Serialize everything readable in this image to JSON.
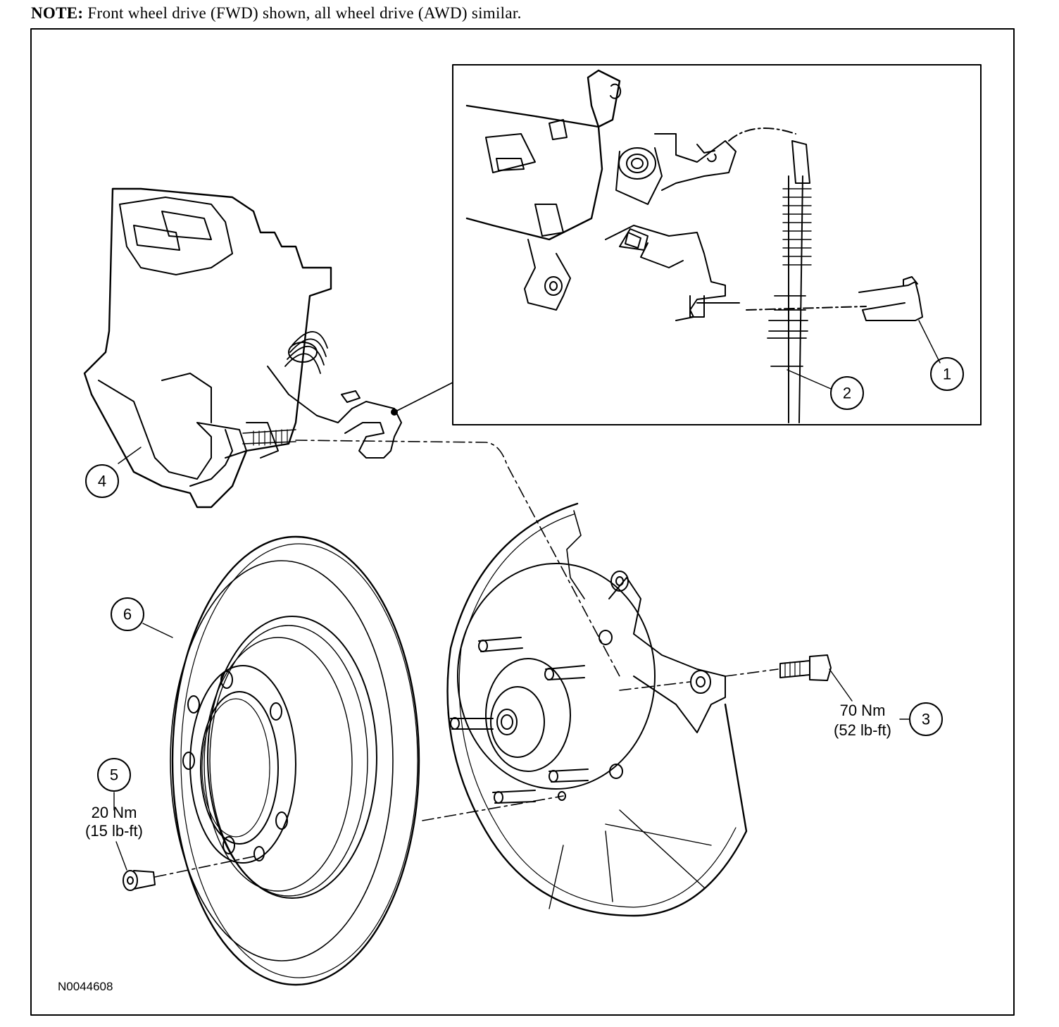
{
  "note": {
    "prefix": "NOTE:",
    "text": " Front wheel drive (FWD) shown, all wheel drive (AWD) similar."
  },
  "callouts": [
    {
      "id": "1",
      "label": "1"
    },
    {
      "id": "2",
      "label": "2"
    },
    {
      "id": "3",
      "label": "3",
      "torque_nm": "70 Nm",
      "torque_lbft": "(52 lb-ft)"
    },
    {
      "id": "4",
      "label": "4"
    },
    {
      "id": "5",
      "label": "5",
      "torque_nm": "20 Nm",
      "torque_lbft": "(15 lb-ft)"
    },
    {
      "id": "6",
      "label": "6"
    }
  ],
  "figure_id": "N0044608"
}
